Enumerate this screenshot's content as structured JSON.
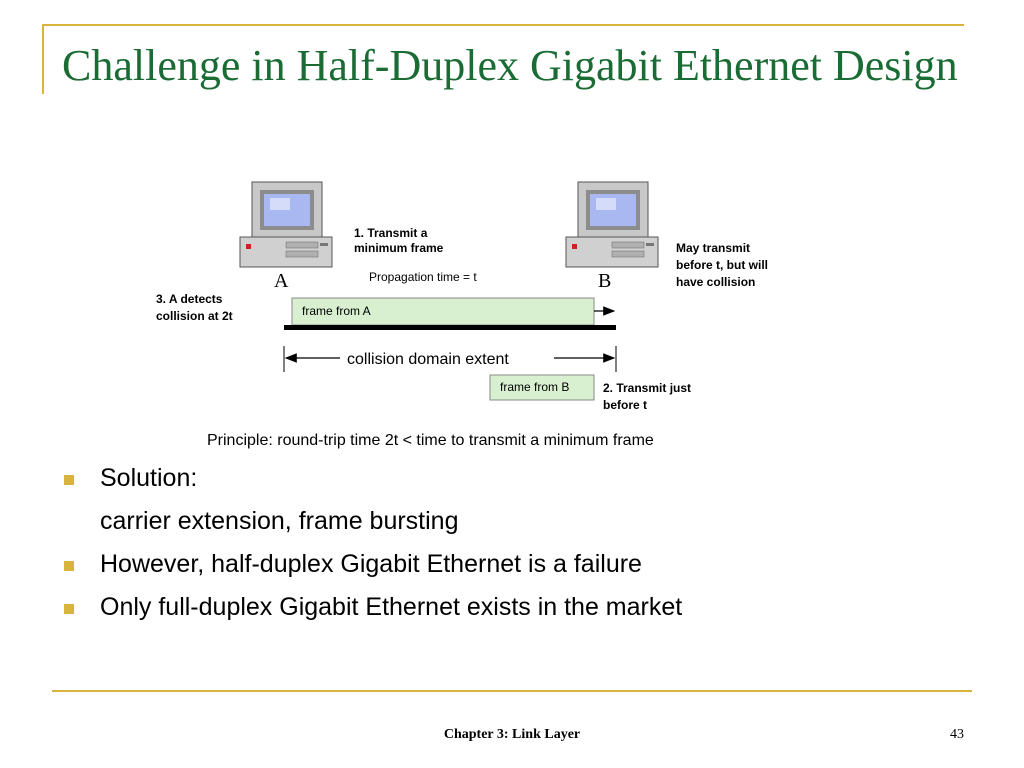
{
  "slide": {
    "title": "Challenge in Half-Duplex Gigabit Ethernet Design",
    "footer": "Chapter 3: Link Layer",
    "page_number": "43",
    "accent_color": "#d9b43c",
    "title_color": "#1a6b34"
  },
  "diagram": {
    "host_a_label": "A",
    "host_b_label": "B",
    "step1_line1": "1. Transmit a",
    "step1_line2": "minimum frame",
    "propagation": "Propagation time = t",
    "step3_line1": "3. A detects",
    "step3_line2": "collision at 2t",
    "frame_a": "frame from A",
    "frame_b": "frame from B",
    "collision_domain": "collision domain extent",
    "note_b_line1": "May transmit",
    "note_b_line2": "before t, but will",
    "note_b_line3": "have collision",
    "step2_line1": "2. Transmit just",
    "step2_line2": "before t",
    "frame_fill_color": "#d8f0d0",
    "icons": [
      "computer-icon",
      "computer-icon"
    ]
  },
  "principle": "Principle: round-trip time 2t < time to transmit a minimum frame",
  "bullets": [
    {
      "text": "Solution:",
      "has_marker": true
    },
    {
      "text": "carrier extension, frame bursting",
      "has_marker": false
    },
    {
      "text": "However, half-duplex Gigabit Ethernet is a failure",
      "has_marker": true
    },
    {
      "text": "Only full-duplex Gigabit Ethernet exists in the market",
      "has_marker": true
    }
  ]
}
